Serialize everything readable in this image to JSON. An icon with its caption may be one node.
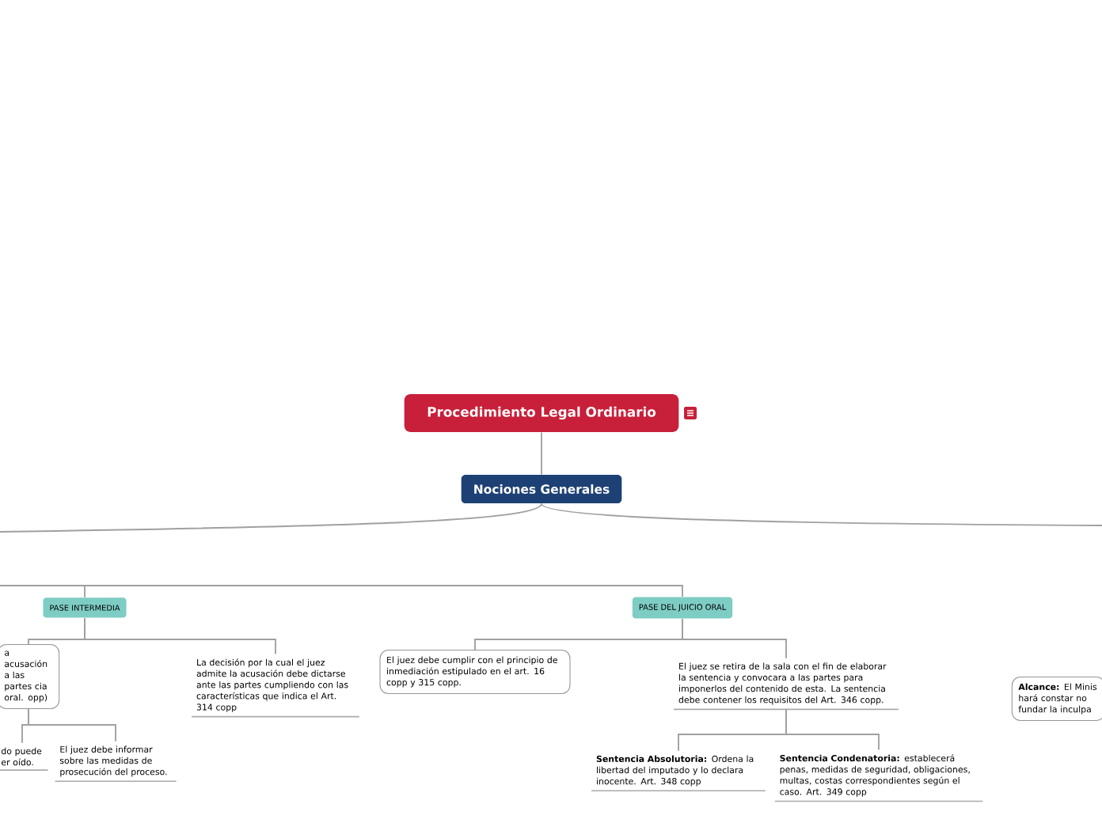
{
  "diagram": {
    "nodes": [
      {
        "text": [
          "Procedimiento Legal Ordinario"
        ]
      },
      {
        "text": [
          "Nociones Generales"
        ]
      },
      {
        "text": [
          "PASE INTERMEDIA"
        ]
      },
      {
        "text": [
          "PASE DEL JUICIO ORAL"
        ]
      },
      {
        "text": [
          "a acusación a las partes cia oral. opp)"
        ]
      },
      {
        "text": [
          "La decisión por la cual el juez admite la acusación debe dictarse ante las partes cumpliendo con las características que indica el Art. 314 copp"
        ]
      },
      {
        "text": [
          "do puede er oído."
        ]
      },
      {
        "text": [
          "El juez debe informar sobre las medidas de prosecución del proceso."
        ]
      },
      {
        "text": [
          "El juez debe cumplir con el principio de inmediación estipulado en el art. 16 copp y 315 copp."
        ]
      },
      {
        "text": [
          "El juez se retira de la sala con el fin de elaborar la sentencia y convocara a las partes para imponerlos del contenido de esta. La sentencia debe contener los requisitos del Art. 346 copp."
        ]
      },
      {
        "text": [
          "**Sentencia Absolutoria:** Ordena la libertad del imputado y lo declara inocente. Art. 348 copp"
        ]
      },
      {
        "text": [
          "**Sentencia Condenatoria:** establecerá penas, medidas de seguridad, obligaciones, multas, costas correspondientes según el caso. Art. 349 copp"
        ]
      },
      {
        "text": [
          "**Alcance:** El Minis hará constar no fundar la inculpa"
        ]
      }
    ],
    "edges": [
      {
        "from": 0,
        "to": 1,
        "arrow": "none"
      },
      {
        "from": 1,
        "to": null,
        "arrow": "none"
      },
      {
        "from": 1,
        "to": null,
        "arrow": "none"
      },
      {
        "from": null,
        "to": 2,
        "arrow": "none"
      },
      {
        "from": null,
        "to": 3,
        "arrow": "none"
      },
      {
        "from": 2,
        "to": 4,
        "arrow": "none"
      },
      {
        "from": 2,
        "to": 5,
        "arrow": "none"
      },
      {
        "from": 4,
        "to": 6,
        "arrow": "none"
      },
      {
        "from": 4,
        "to": 7,
        "arrow": "none"
      },
      {
        "from": 3,
        "to": 8,
        "arrow": "none"
      },
      {
        "from": 3,
        "to": 9,
        "arrow": "none"
      },
      {
        "from": 9,
        "to": 10,
        "arrow": "none"
      },
      {
        "from": 9,
        "to": 11,
        "arrow": "none"
      }
    ]
  }
}
